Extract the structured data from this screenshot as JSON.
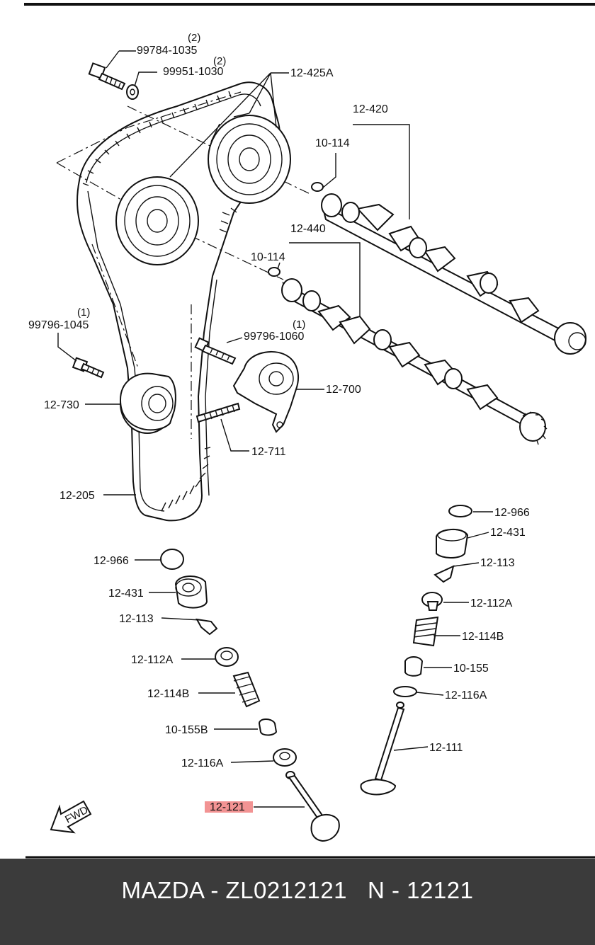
{
  "labels": {
    "p99784": "99784-1035",
    "q99784": "(2)",
    "p99951": "99951-1030",
    "q99951": "(2)",
    "p12425A": "12-425A",
    "p12420": "12-420",
    "p10114a": "10-114",
    "p12440": "12-440",
    "p10114b": "10-114",
    "p99796_1045": "99796-1045",
    "q99796_1045": "(1)",
    "p99796_1060": "99796-1060",
    "q99796_1060": "(1)",
    "p12730": "12-730",
    "p12700": "12-700",
    "p12711": "12-711",
    "p12205": "12-205",
    "r12966": "12-966",
    "r12431": "12-431",
    "r12113": "12-113",
    "r12112A": "12-112A",
    "r12114B": "12-114B",
    "r10155": "10-155",
    "r12116A": "12-116A",
    "r12111": "12-111",
    "l12966": "12-966",
    "l12431": "12-431",
    "l12113": "12-113",
    "l12112A": "12-112A",
    "l12114B": "12-114B",
    "l10155B": "10-155B",
    "l12116A": "12-116A",
    "l12121": "12-121",
    "fwd": "FWD"
  },
  "highlight": {
    "part": "12-121",
    "color": "#f08080"
  },
  "footer": {
    "text": "MAZDA - ZL0212121   N - 12121",
    "background": "#3b3b3b"
  }
}
